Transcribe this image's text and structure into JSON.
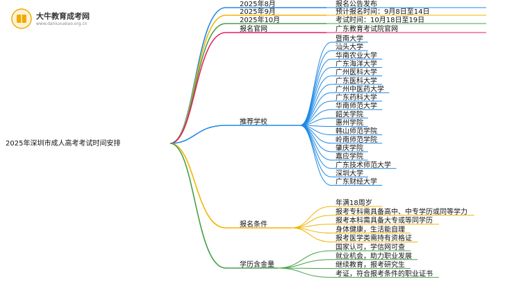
{
  "brand": {
    "title": "大牛教育成考网",
    "url": "www.daniuxueiao.org.cn"
  },
  "root": "2025年深圳市成人高考考试时间安排",
  "branches": [
    {
      "label": "2025年8月",
      "color": "#1e88e5",
      "children": [
        {
          "label": "报名公告发布"
        }
      ]
    },
    {
      "label": "2025年9月",
      "color": "#f2b400",
      "children": [
        {
          "label": "预计报名时间：9月8日至14日"
        }
      ]
    },
    {
      "label": "2025年10月",
      "color": "#43a047",
      "children": [
        {
          "label": "考试时间：10月18日至19日"
        }
      ]
    },
    {
      "label": "报名官网",
      "color": "#e91e63",
      "children": [
        {
          "label": "广东教育考试院官网"
        }
      ]
    },
    {
      "label": "推荐学校",
      "color": "#1e88e5",
      "children": [
        {
          "label": "暨南大学"
        },
        {
          "label": "汕头大学"
        },
        {
          "label": "华南农业大学"
        },
        {
          "label": "广东海洋大学"
        },
        {
          "label": "广州医科大学"
        },
        {
          "label": "广东医科大学"
        },
        {
          "label": "广州中医药大学"
        },
        {
          "label": "广东药科大学"
        },
        {
          "label": "华南师范大学"
        },
        {
          "label": "韶关学院"
        },
        {
          "label": "惠州学院"
        },
        {
          "label": "韩山师范学院"
        },
        {
          "label": "岭南师范学院"
        },
        {
          "label": "肇庆学院"
        },
        {
          "label": "嘉应学院"
        },
        {
          "label": "广东技术师范大学"
        },
        {
          "label": "深圳大学"
        },
        {
          "label": "广东财经大学"
        }
      ]
    },
    {
      "label": "报名条件",
      "color": "#f2b400",
      "children": [
        {
          "label": "年满18周岁"
        },
        {
          "label": "报考专科需具备高中、中专学历或同等学力"
        },
        {
          "label": "报考本科需具备大专或等同学历"
        },
        {
          "label": "身体健康，生活能自理"
        },
        {
          "label": "报考医学类需持有资格证"
        }
      ]
    },
    {
      "label": "学历含金量",
      "color": "#43a047",
      "children": [
        {
          "label": "国家认可，学信网可查"
        },
        {
          "label": "就业机会，助力职业发展"
        },
        {
          "label": "继续教育，报考研究生"
        },
        {
          "label": "考证，符合报考条件的职业证书"
        }
      ]
    }
  ]
}
